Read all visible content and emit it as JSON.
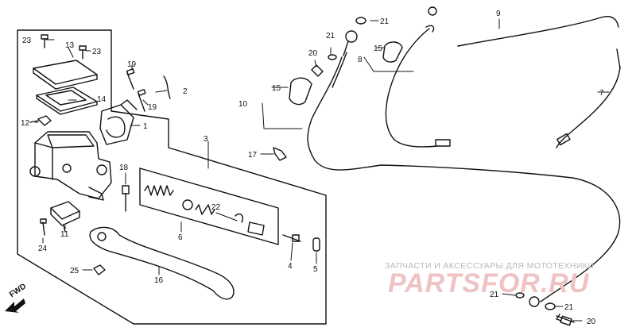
{
  "diagram": {
    "callouts": {
      "p1": "1",
      "p2": "2",
      "p3": "3",
      "p4": "4",
      "p5": "5",
      "p6": "6",
      "p7": "7",
      "p8": "8",
      "p9": "9",
      "p10": "10",
      "p11": "11",
      "p12": "12",
      "p13": "13",
      "p14": "14",
      "p15a": "15",
      "p15b": "15",
      "p16": "16",
      "p17": "17",
      "p18": "18",
      "p19a": "19",
      "p19b": "19",
      "p20a": "20",
      "p20b": "20",
      "p21a": "21",
      "p21b": "21",
      "p21c": "21",
      "p21d": "21",
      "p22": "22",
      "p23a": "23",
      "p23b": "23",
      "p24": "24",
      "p25": "25"
    },
    "fwd_label": "FWD"
  },
  "watermark": {
    "text": "ЗАПЧАСТИ И АКСЕССУАРЫ ДЛЯ МОТОТЕХНИКИ",
    "logo": "PARTSFOR.RU"
  }
}
